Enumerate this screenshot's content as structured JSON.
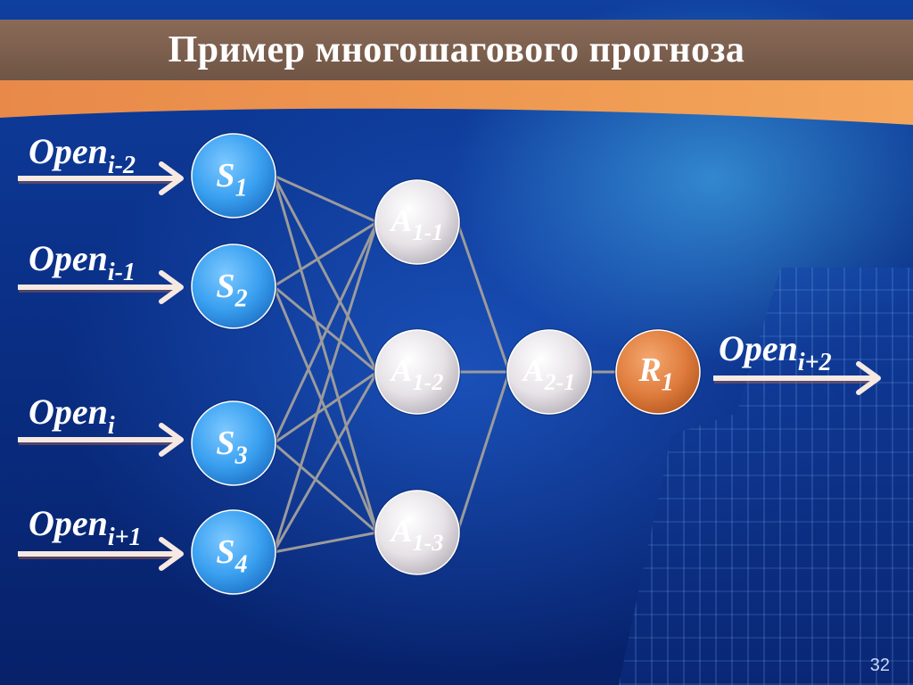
{
  "title": "Пример многошагового прогноза",
  "page_number": "32",
  "inputs": [
    {
      "base": "Open",
      "sub": "i-2"
    },
    {
      "base": "Open",
      "sub": "i-1"
    },
    {
      "base": "Open",
      "sub": "i"
    },
    {
      "base": "Open",
      "sub": "i+1"
    }
  ],
  "s_nodes": [
    {
      "base": "S",
      "sub": "1"
    },
    {
      "base": "S",
      "sub": "2"
    },
    {
      "base": "S",
      "sub": "3"
    },
    {
      "base": "S",
      "sub": "4"
    }
  ],
  "a1_nodes": [
    {
      "base": "A",
      "sub": "1-1"
    },
    {
      "base": "A",
      "sub": "1-2"
    },
    {
      "base": "A",
      "sub": "1-3"
    }
  ],
  "a2_node": {
    "base": "A",
    "sub": "2-1"
  },
  "r_node": {
    "base": "R",
    "sub": "1"
  },
  "output": {
    "base": "Open",
    "sub": "i+2"
  },
  "colors": {
    "s_node": "#3aa0f0",
    "a_node": "#e6e2e6",
    "r_node": "#e07d3e",
    "connection": "#9b9b9b",
    "arrow": "#f7e9e2",
    "title_bar": "#7a5e4c",
    "orange_band": "#ec9450"
  }
}
